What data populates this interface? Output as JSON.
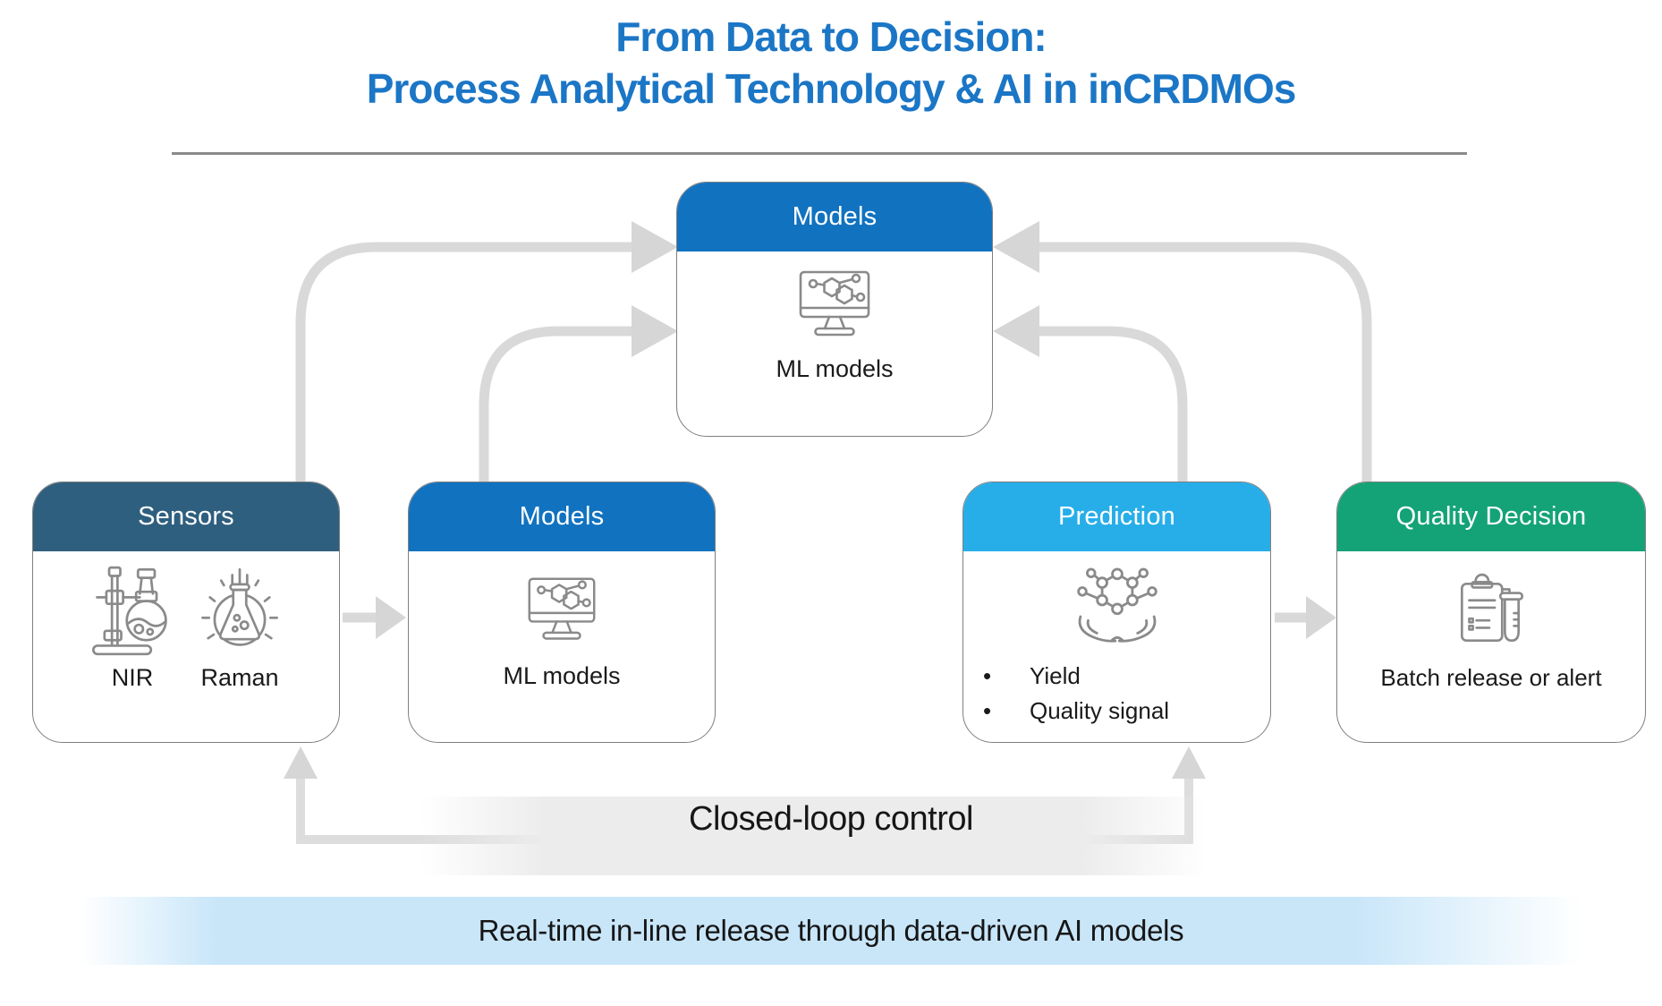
{
  "title": {
    "line1": "From Data to Decision:",
    "line2": "Process Analytical Technology & AI in inCRDMOs"
  },
  "colors": {
    "title_blue": "#1B76C6",
    "models_header": "#1172C0",
    "sensors_header": "#2F5F7F",
    "prediction_header": "#27AEE9",
    "quality_header": "#14A376",
    "arrow_gray": "#D9D9D9",
    "banner_blue": "#C9E6F9",
    "icon_gray": "#8a8a8a"
  },
  "boxes": {
    "models_top": {
      "header": "Models",
      "label": "ML models",
      "icon": "monitor-molecule-icon"
    },
    "sensors": {
      "header": "Sensors",
      "items": [
        {
          "label": "NIR",
          "icon": "flask-stand-icon"
        },
        {
          "label": "Raman",
          "icon": "glowing-flask-icon"
        }
      ]
    },
    "models_mid": {
      "header": "Models",
      "label": "ML models",
      "icon": "monitor-molecule-icon"
    },
    "prediction": {
      "header": "Prediction",
      "icon": "molecule-in-hands-icon",
      "bullets": [
        "Yield",
        "Quality signal"
      ]
    },
    "quality_decision": {
      "header": "Quality Decision",
      "icon": "clipboard-testtube-icon",
      "label": "Batch release or alert"
    }
  },
  "flow": {
    "closed_loop_label": "Closed-loop control",
    "banner": "Real-time in-line release through data-driven AI models"
  }
}
